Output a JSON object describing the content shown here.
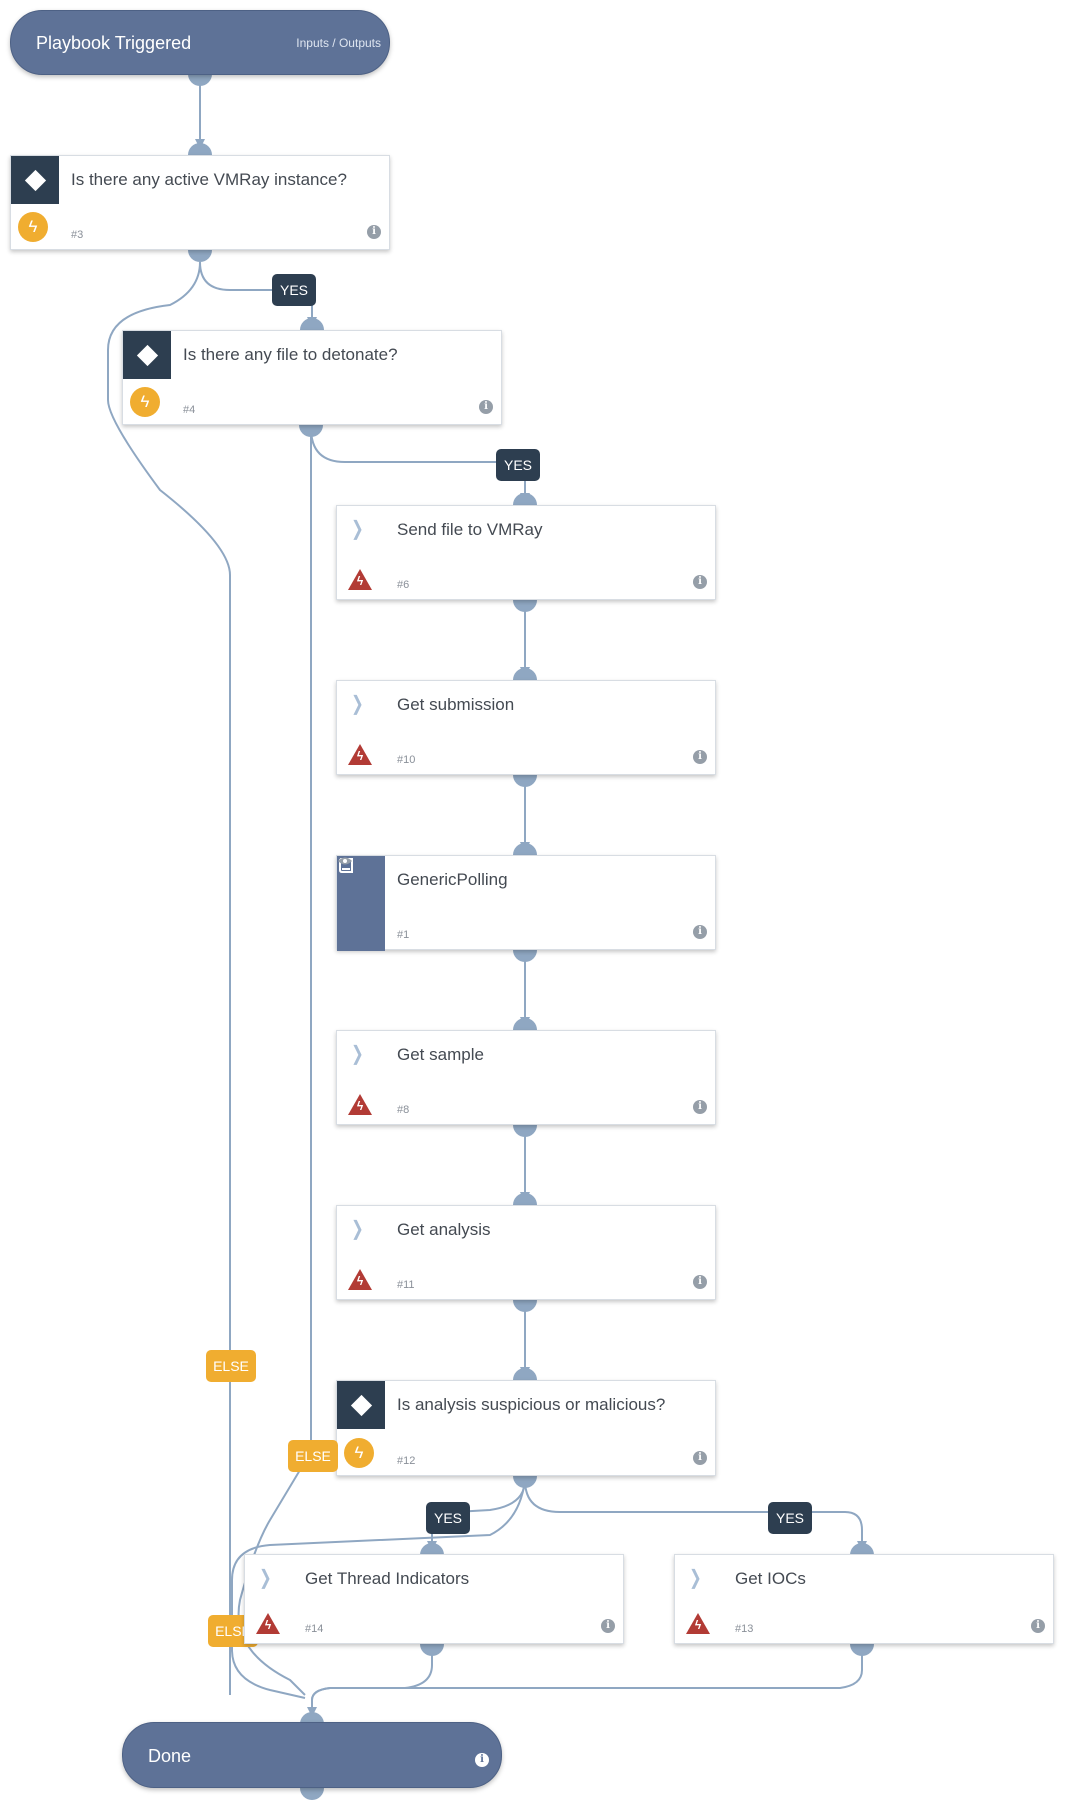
{
  "start": {
    "title": "Playbook Triggered",
    "subtitle": "Inputs / Outputs"
  },
  "end": {
    "title": "Done"
  },
  "nodes": [
    {
      "key": "n3",
      "title": "Is there any active VMRay instance?",
      "id": "#3",
      "type": "condition"
    },
    {
      "key": "n4",
      "title": "Is there any file to detonate?",
      "id": "#4",
      "type": "condition"
    },
    {
      "key": "n6",
      "title": "Send file to VMRay",
      "id": "#6",
      "type": "task"
    },
    {
      "key": "n10",
      "title": "Get submission",
      "id": "#10",
      "type": "task"
    },
    {
      "key": "n1",
      "title": "GenericPolling",
      "id": "#1",
      "type": "playbook"
    },
    {
      "key": "n8",
      "title": "Get sample",
      "id": "#8",
      "type": "task"
    },
    {
      "key": "n11",
      "title": "Get analysis",
      "id": "#11",
      "type": "task"
    },
    {
      "key": "n12",
      "title": "Is analysis suspicious or malicious?",
      "id": "#12",
      "type": "condition"
    },
    {
      "key": "n14",
      "title": "Get Thread Indicators",
      "id": "#14",
      "type": "task"
    },
    {
      "key": "n13",
      "title": "Get IOCs",
      "id": "#13",
      "type": "task"
    }
  ],
  "labels": {
    "yes_3": "YES",
    "yes_4": "YES",
    "yes_12a": "YES",
    "yes_12b": "YES",
    "else_3": "ELSE",
    "else_4": "ELSE",
    "else_12": "ELSE"
  },
  "icons": {
    "condition": "diamond-icon",
    "automation": "lightning-bolt-icon",
    "task": "chevron-right-icon",
    "warning": "warning-triangle-icon",
    "playbook": "book-icon",
    "info": "info-icon",
    "view": "eye-icon"
  },
  "colors": {
    "terminal": "#5e7297",
    "condition_header": "#2d3e50",
    "automation_badge": "#f0ad30",
    "warning": "#b23b35",
    "connector": "#8fa7c2",
    "yes_label": "#2d3e50",
    "else_label": "#f0ad30"
  }
}
